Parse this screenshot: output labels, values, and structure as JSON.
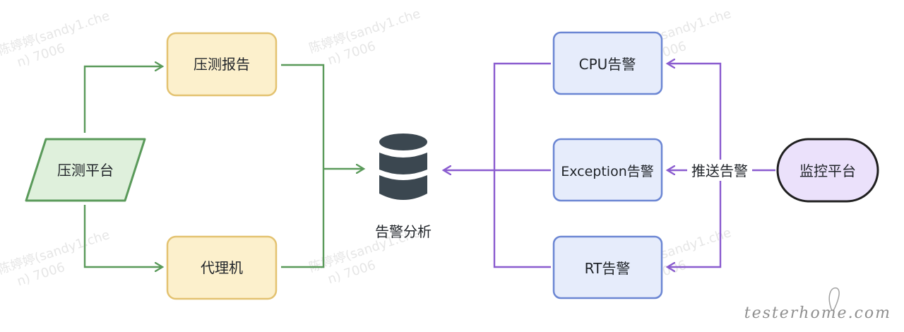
{
  "nodes": {
    "stress_platform": "压测平台",
    "stress_report": "压测报告",
    "proxy": "代理机",
    "alarm_analysis": "告警分析",
    "cpu_alarm": "CPU告警",
    "exception_alarm": "Exception告警",
    "rt_alarm": "RT告警",
    "monitor_platform": "监控平台"
  },
  "edge_labels": {
    "push_alarm": "推送告警"
  },
  "watermark": {
    "line1": "陈婷婷(sandy1.che",
    "line2": "n) 7006",
    "site": "testerhome.com"
  },
  "colors": {
    "green_stroke": "#5a9a5a",
    "green_fill": "#dff0dc",
    "yellow_stroke": "#e3c270",
    "yellow_fill": "#fcf0cc",
    "blue_stroke": "#6b86d3",
    "blue_fill": "#e6ecfb",
    "purple_stroke": "#8a5ccf",
    "purple_fill": "#ebe1fb",
    "db_dark": "#3b4750"
  }
}
